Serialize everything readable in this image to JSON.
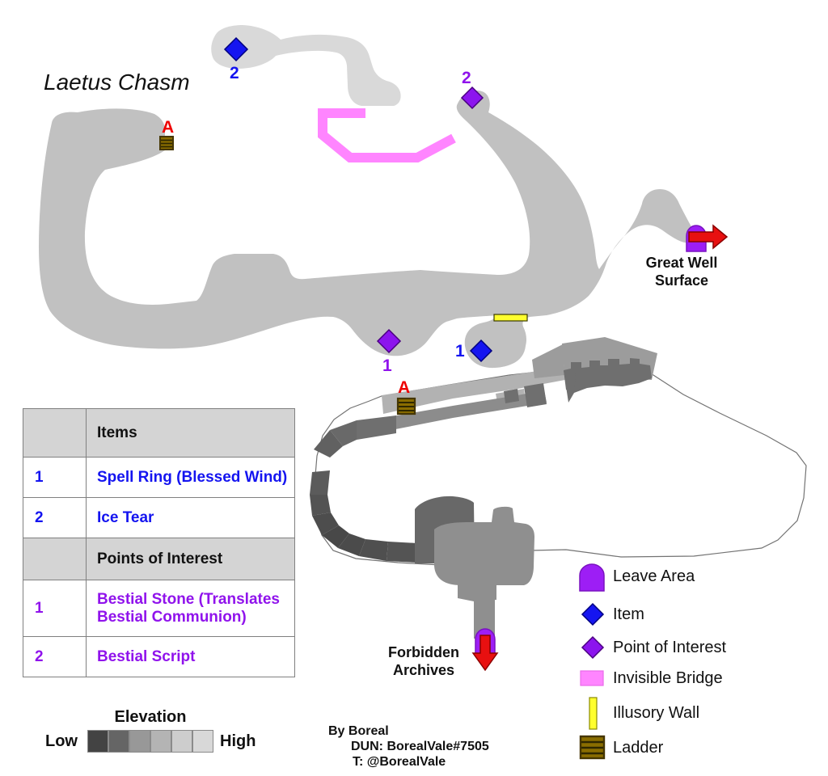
{
  "title": "Laetus Chasm",
  "map": {
    "markers": {
      "item2_num": "2",
      "poi2_num": "2",
      "poi1_num": "1",
      "item1_num": "1",
      "ladder_a_upper": "A",
      "ladder_a_lower": "A"
    },
    "locations": {
      "great_well": "Great Well Surface",
      "forbidden_archives": "Forbidden Archives"
    }
  },
  "table": {
    "items_header": "Items",
    "poi_header": "Points of Interest",
    "items": [
      {
        "num": "1",
        "label": "Spell Ring (Blessed Wind)"
      },
      {
        "num": "2",
        "label": "Ice Tear"
      }
    ],
    "pois": [
      {
        "num": "1",
        "label": "Bestial Stone (Translates Bestial Communion)"
      },
      {
        "num": "2",
        "label": "Bestial Script"
      }
    ]
  },
  "legend": {
    "leave_area": "Leave Area",
    "item": "Item",
    "poi": "Point of Interest",
    "invisible_bridge": "Invisible Bridge",
    "illusory_wall": "Illusory Wall",
    "ladder": "Ladder"
  },
  "elevation": {
    "title": "Elevation",
    "low": "Low",
    "high": "High",
    "swatches": [
      "#434343",
      "#656565",
      "#989898",
      "#b4b4b4",
      "#cdcdcd",
      "#d8d8d8"
    ],
    "swatch_styles": [
      "left:108px;top:903px;background:#434343;",
      "left:134px;top:903px;background:#656565;",
      "left:160px;top:903px;background:#989898;",
      "left:186px;top:903px;background:#b4b4b4;",
      "left:212px;top:903px;background:#cdcdcd;",
      "left:238px;top:903px;background:#d8d8d8;"
    ]
  },
  "credits": {
    "line1": "By Boreal",
    "line2": "DUN: BorealVale#7505",
    "line3": "T: @BorealVale"
  },
  "colors": {
    "item_blue": "#1414f0",
    "poi_purple": "#9013ec",
    "label_red": "#ee0000",
    "bridge_pink": "#ff85ff",
    "wall_yellow": "#ffff2e",
    "leave_area_purple": "#9d1ef5",
    "arrow_red": "#e81010",
    "ladder_brown": "#8a6d00",
    "upper_map_gray": "#c1c1c1",
    "upper_map_light_gray": "#d9d9d9"
  }
}
